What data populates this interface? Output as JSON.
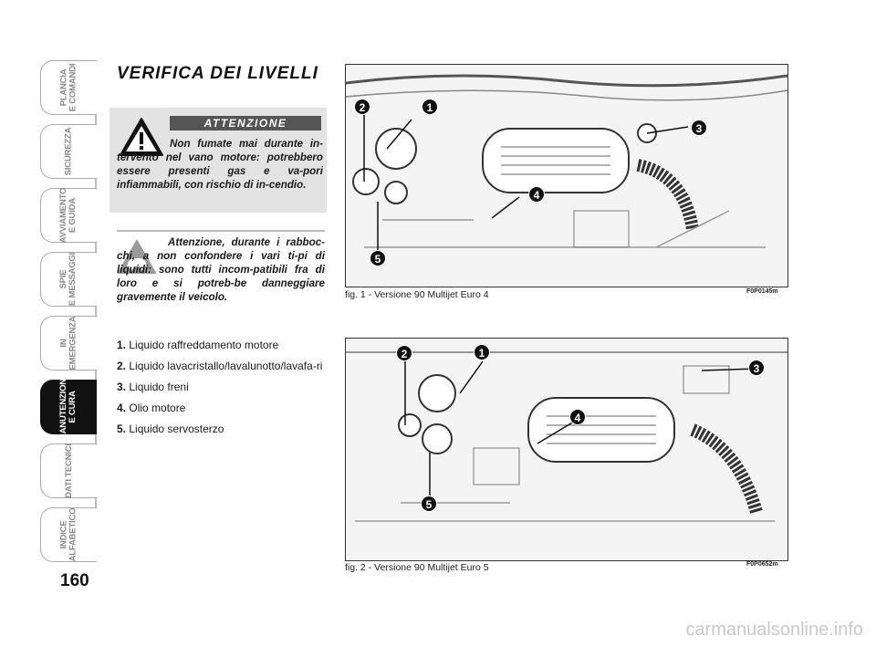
{
  "side_tabs": [
    {
      "label": "PLANCIA\nE COMANDI",
      "active": false
    },
    {
      "label": "SICUREZZA",
      "active": false
    },
    {
      "label": "AVVIAMENTO\nE GUIDA",
      "active": false
    },
    {
      "label": "SPIE\nE MESSAGGI",
      "active": false
    },
    {
      "label": "IN\nEMERGENZA",
      "active": false
    },
    {
      "label": "MANUTENZIONE\nE CURA",
      "active": true
    },
    {
      "label": "DATI TECNICI",
      "active": false
    },
    {
      "label": "INDICE\nALFABETICO",
      "active": false
    }
  ],
  "page_number": "160",
  "title": "VERIFICA DEI LIVELLI",
  "warning": {
    "header": "ATTENZIONE",
    "text": "Non fumate mai durante in-tervento nel vano motore: potrebbero essere presenti gas e va-pori infiammabili, con rischio di in-cendio.",
    "icon": "warning-triangle-icon"
  },
  "caution": {
    "text": "Attenzione, durante i rabboc-chi, a non confondere i vari ti-pi di liquidi: sono tutti incom-patibili fra di loro e si potreb-be danneggiare gravemente il veicolo.",
    "icon": "car-caution-icon"
  },
  "fluids": [
    {
      "num": "1.",
      "label": "Liquido raffreddamento motore"
    },
    {
      "num": "2.",
      "label": "Liquido lavacristallo/lavalunotto/lavafa-ri"
    },
    {
      "num": "3.",
      "label": "Liquido freni"
    },
    {
      "num": "4.",
      "label": "Olio motore"
    },
    {
      "num": "5.",
      "label": "Liquido servosterzo"
    }
  ],
  "figures": [
    {
      "caption": "fig. 1 - Versione 90 Multijet Euro 4",
      "code": "F0P0145m",
      "markers": [
        "1",
        "2",
        "3",
        "4",
        "5"
      ]
    },
    {
      "caption": "fig. 2 - Versione 90 Multijet Euro 5",
      "code": "F0P0652m",
      "markers": [
        "1",
        "2",
        "3",
        "4",
        "5"
      ]
    }
  ],
  "watermark": "carmanualsonline.info"
}
